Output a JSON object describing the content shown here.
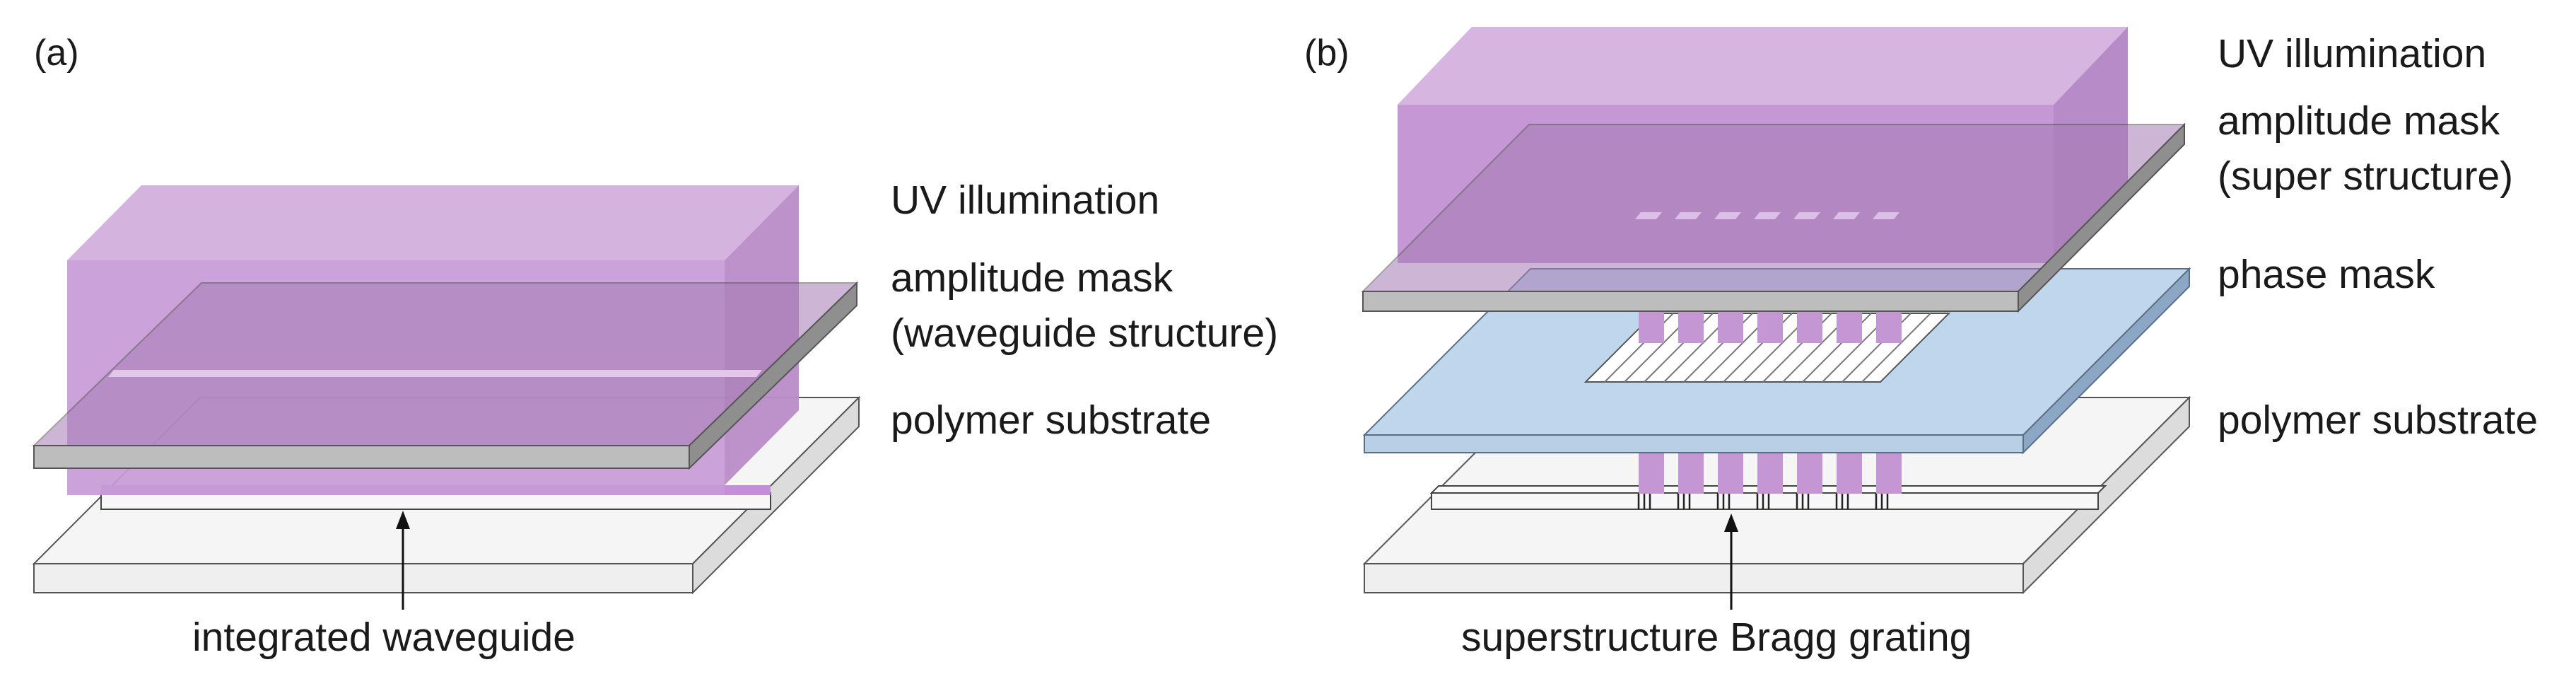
{
  "panels": [
    {
      "id": "a",
      "label": "(a)",
      "uv_label": "UV illumination",
      "mask_label_line1": "amplitude mask",
      "mask_label_line2": "(waveguide structure)",
      "substrate_label": "polymer substrate",
      "bottom_label": "integrated waveguide"
    },
    {
      "id": "b",
      "label": "(b)",
      "uv_label": "UV illumination",
      "mask_label_line1": "amplitude mask",
      "mask_label_line2": "(super structure)",
      "phase_label": "phase mask",
      "substrate_label": "polymer substrate",
      "bottom_label": "superstructure Bragg grating"
    }
  ],
  "colors": {
    "uv_light": "#c9a0d6",
    "uv_mid": "#b889c9",
    "uv_dark": "#a877b9",
    "mask_gray": "#b4b4b4",
    "mask_gray_dark": "#8c8c8c",
    "phase_blue": "#bcd3ea",
    "phase_blue_dark": "#8ca8c6",
    "substrate": "#f4f4f4",
    "outline": "#4a4a4a"
  }
}
